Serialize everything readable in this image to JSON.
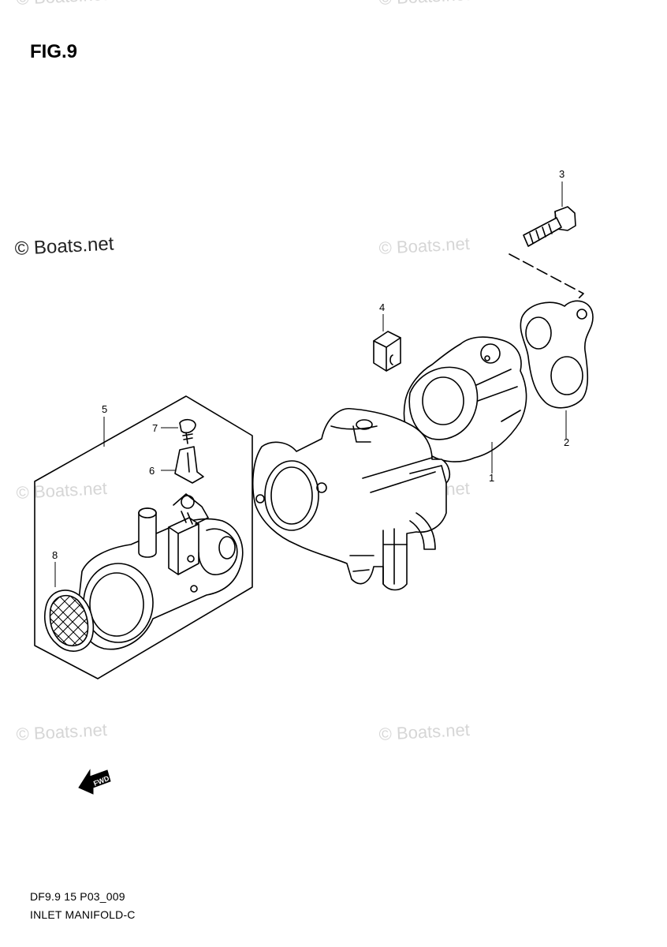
{
  "figure": {
    "title": "FIG.9"
  },
  "watermarks": {
    "main": "© Boats.net",
    "faint": "© Boats.net"
  },
  "callouts": [
    {
      "id": "1",
      "label": "1"
    },
    {
      "id": "2",
      "label": "2"
    },
    {
      "id": "3",
      "label": "3"
    },
    {
      "id": "4",
      "label": "4"
    },
    {
      "id": "5",
      "label": "5"
    },
    {
      "id": "6",
      "label": "6"
    },
    {
      "id": "7",
      "label": "7"
    },
    {
      "id": "8",
      "label": "8"
    }
  ],
  "fwd_arrow": {
    "label": "FWD"
  },
  "footer": {
    "model_code": "DF9.9 15 P03_009",
    "section_name": "INLET MANIFOLD-C"
  }
}
